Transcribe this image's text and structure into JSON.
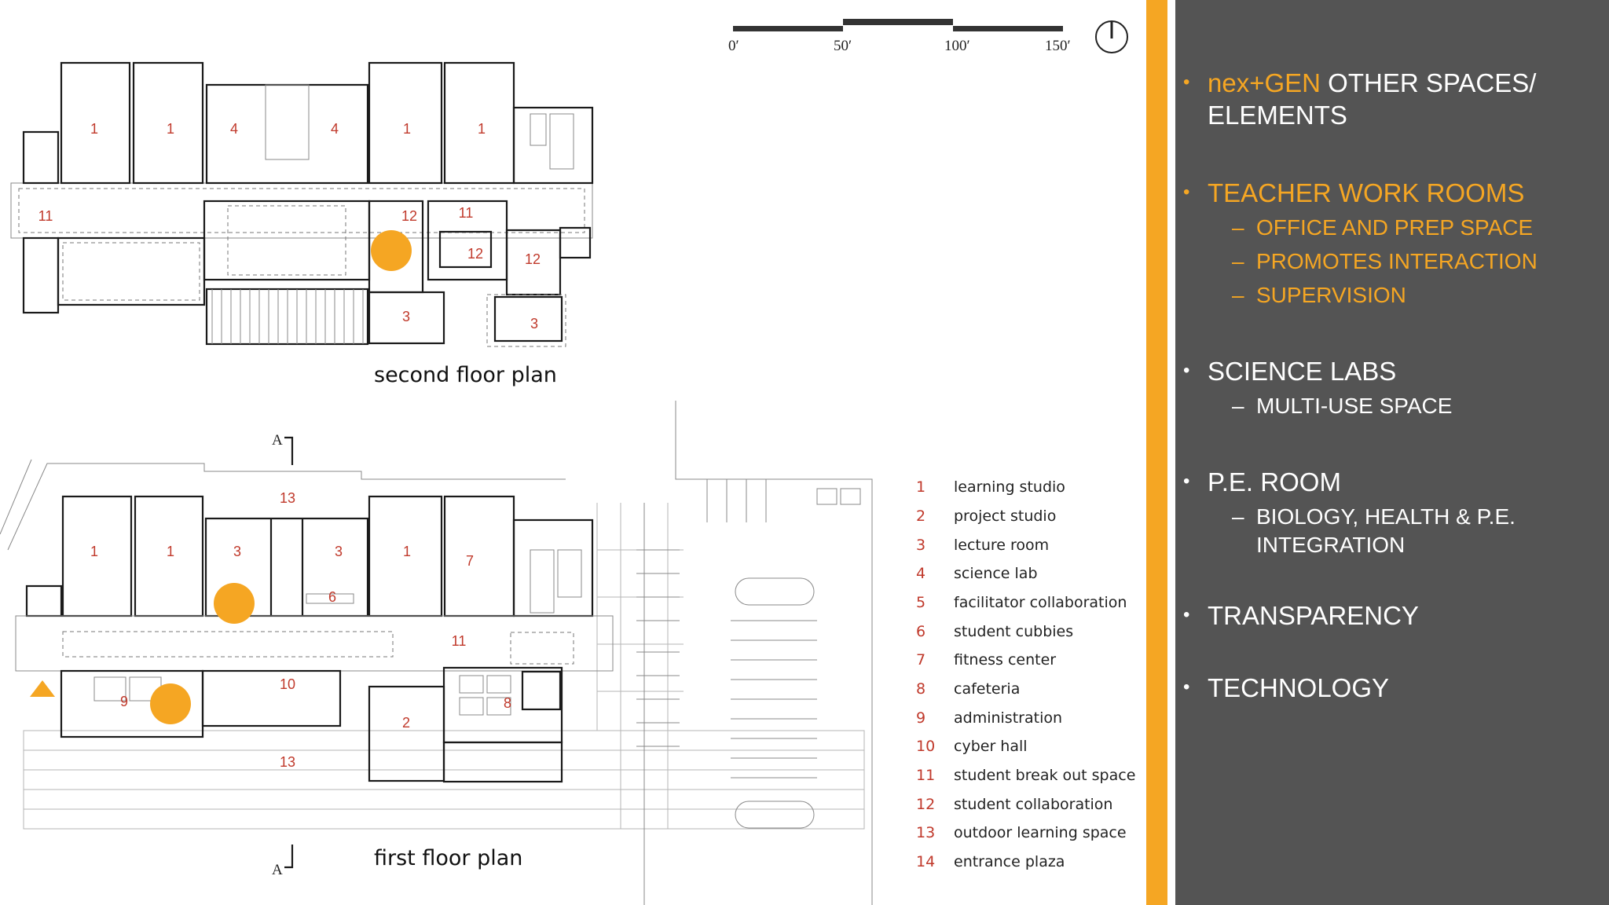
{
  "plan": {
    "second_floor_title": "second floor plan",
    "first_floor_title": "first floor plan",
    "section_marker": "A",
    "scale_labels": [
      "0′",
      "50′",
      "100′",
      "150′"
    ],
    "second_floor_rooms": [
      "1",
      "1",
      "4",
      "4",
      "1",
      "1",
      "11",
      "12",
      "11",
      "12",
      "12",
      "3",
      "3"
    ],
    "first_floor_rooms": [
      "13",
      "1",
      "1",
      "3",
      "3",
      "1",
      "7",
      "6",
      "11",
      "10",
      "9",
      "8",
      "2",
      "13"
    ],
    "legend": [
      {
        "num": "1",
        "label": "learning studio"
      },
      {
        "num": "2",
        "label": "project studio"
      },
      {
        "num": "3",
        "label": "lecture room"
      },
      {
        "num": "4",
        "label": "science lab"
      },
      {
        "num": "5",
        "label": "facilitator collaboration"
      },
      {
        "num": "6",
        "label": "student cubbies"
      },
      {
        "num": "7",
        "label": "fitness center"
      },
      {
        "num": "8",
        "label": "cafeteria"
      },
      {
        "num": "9",
        "label": "administration"
      },
      {
        "num": "10",
        "label": "cyber hall"
      },
      {
        "num": "11",
        "label": "student break out space"
      },
      {
        "num": "12",
        "label": "student collaboration"
      },
      {
        "num": "13",
        "label": "outdoor learning space"
      },
      {
        "num": "14",
        "label": "entrance plaza"
      }
    ],
    "highlight_color": "#f5a623"
  },
  "panel": {
    "b1_part1": "nex+GEN",
    "b1_part2": " OTHER SPACES/ ELEMENTS",
    "b2": "TEACHER WORK ROOMS",
    "b2_sub": [
      "OFFICE AND PREP SPACE",
      "PROMOTES INTERACTION",
      "SUPERVISION"
    ],
    "b3": "SCIENCE LABS",
    "b3_sub": [
      "MULTI-USE SPACE"
    ],
    "b4": "P.E. ROOM",
    "b4_sub": [
      "BIOLOGY, HEALTH & P.E. INTEGRATION"
    ],
    "b5": "TRANSPARENCY",
    "b6": "TECHNOLOGY",
    "bullet_char": "•",
    "dash_char": "–"
  },
  "colors": {
    "accent": "#f5a623",
    "panel_bg": "#545454",
    "room_number": "#c0392b"
  }
}
